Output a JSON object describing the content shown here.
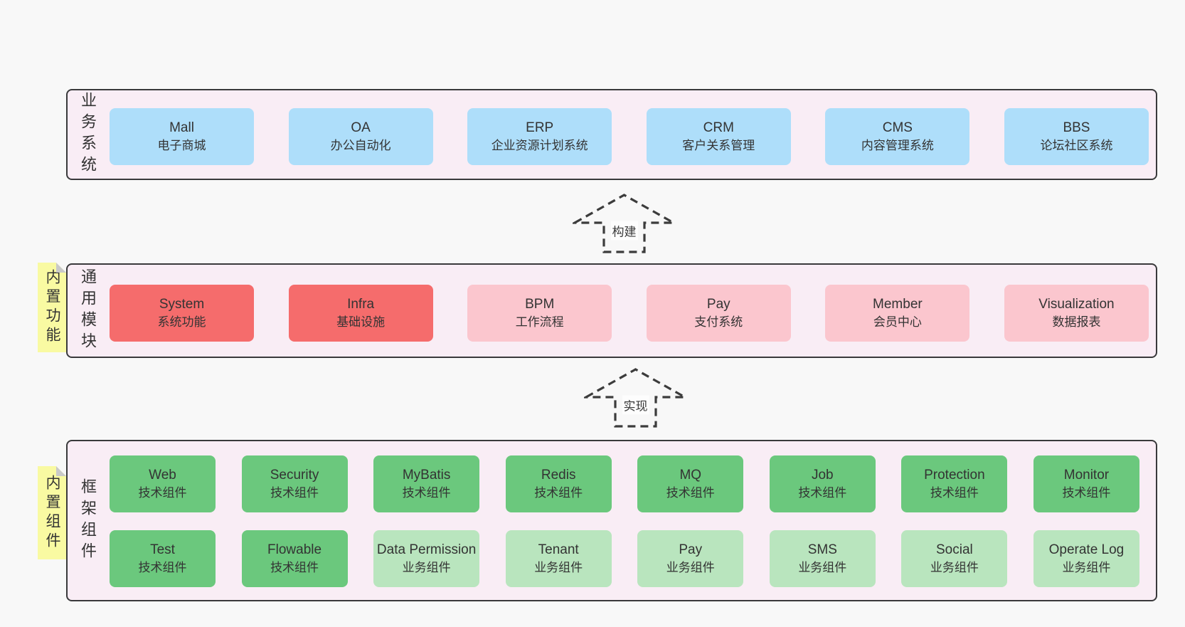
{
  "palette": {
    "page_bg": "#f8f8f8",
    "panel_bg": "#f9edf5",
    "panel_border": "#39393b",
    "blue": "#aedefa",
    "red": "#f56c6c",
    "pink": "#fbc6ce",
    "green": "#6bc87d",
    "light_green": "#b9e5be",
    "sticky_yellow": "#f9faa2",
    "sticky_fold": "#c9c9c9",
    "arrow_stroke": "#3c3c3c",
    "text": "#333333"
  },
  "sections": {
    "business": {
      "label": "业务系统",
      "boxes": [
        {
          "title": "Mall",
          "subtitle": "电子商城",
          "color": "blue"
        },
        {
          "title": "OA",
          "subtitle": "办公自动化",
          "color": "blue"
        },
        {
          "title": "ERP",
          "subtitle": "企业资源计划系统",
          "color": "blue"
        },
        {
          "title": "CRM",
          "subtitle": "客户关系管理",
          "color": "blue"
        },
        {
          "title": "CMS",
          "subtitle": "内容管理系统",
          "color": "blue"
        },
        {
          "title": "BBS",
          "subtitle": "论坛社区系统",
          "color": "blue"
        }
      ]
    },
    "modules": {
      "label": "通用模块",
      "sticky": "内置功能",
      "boxes": [
        {
          "title": "System",
          "subtitle": "系统功能",
          "color": "red"
        },
        {
          "title": "Infra",
          "subtitle": "基础设施",
          "color": "red"
        },
        {
          "title": "BPM",
          "subtitle": "工作流程",
          "color": "pink"
        },
        {
          "title": "Pay",
          "subtitle": "支付系统",
          "color": "pink"
        },
        {
          "title": "Member",
          "subtitle": "会员中心",
          "color": "pink"
        },
        {
          "title": "Visualization",
          "subtitle": "数据报表",
          "color": "pink"
        }
      ]
    },
    "components": {
      "label": "框架组件",
      "sticky": "内置组件",
      "rows": [
        [
          {
            "title": "Web",
            "subtitle": "技术组件",
            "color": "green"
          },
          {
            "title": "Security",
            "subtitle": "技术组件",
            "color": "green"
          },
          {
            "title": "MyBatis",
            "subtitle": "技术组件",
            "color": "green"
          },
          {
            "title": "Redis",
            "subtitle": "技术组件",
            "color": "green"
          },
          {
            "title": "MQ",
            "subtitle": "技术组件",
            "color": "green"
          },
          {
            "title": "Job",
            "subtitle": "技术组件",
            "color": "green"
          },
          {
            "title": "Protection",
            "subtitle": "技术组件",
            "color": "green"
          },
          {
            "title": "Monitor",
            "subtitle": "技术组件",
            "color": "green"
          }
        ],
        [
          {
            "title": "Test",
            "subtitle": "技术组件",
            "color": "green"
          },
          {
            "title": "Flowable",
            "subtitle": "技术组件",
            "color": "green"
          },
          {
            "title": "Data Permission",
            "subtitle": "业务组件",
            "color": "light_green"
          },
          {
            "title": "Tenant",
            "subtitle": "业务组件",
            "color": "light_green"
          },
          {
            "title": "Pay",
            "subtitle": "业务组件",
            "color": "light_green"
          },
          {
            "title": "SMS",
            "subtitle": "业务组件",
            "color": "light_green"
          },
          {
            "title": "Social",
            "subtitle": "业务组件",
            "color": "light_green"
          },
          {
            "title": "Operate Log",
            "subtitle": "业务组件",
            "color": "light_green"
          }
        ]
      ]
    }
  },
  "arrows": [
    {
      "label": "构建"
    },
    {
      "label": "实现"
    }
  ]
}
